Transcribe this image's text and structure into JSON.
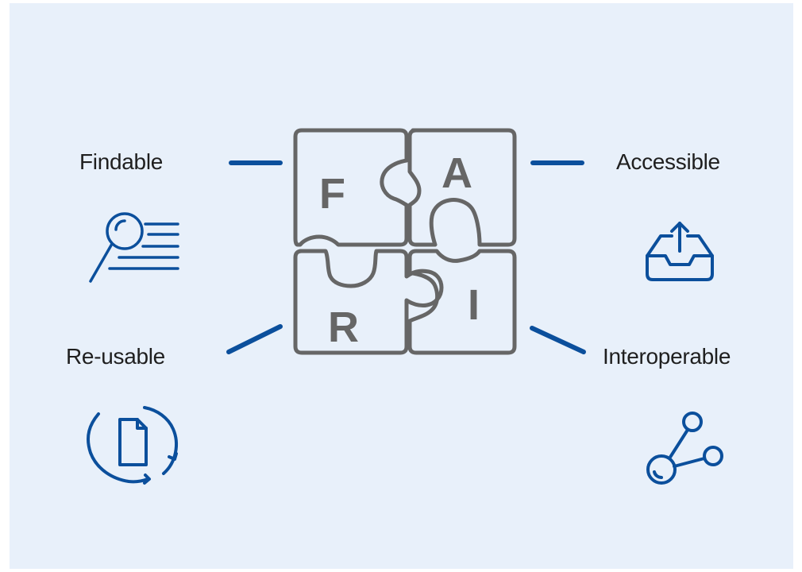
{
  "labels": {
    "findable": "Findable",
    "accessible": "Accessible",
    "reusable": "Re-usable",
    "interoperable": "Interoperable"
  },
  "puzzle": {
    "letters": {
      "f": "F",
      "a": "A",
      "r": "R",
      "i": "I"
    }
  },
  "icons": {
    "findable": "search-document-icon",
    "accessible": "inbox-upload-icon",
    "reusable": "recycle-document-icon",
    "interoperable": "linked-nodes-icon"
  },
  "colors": {
    "background": "#e8f0fa",
    "accent": "#0b4f9c",
    "puzzle_stroke": "#666666",
    "text": "#1f1f1f"
  }
}
